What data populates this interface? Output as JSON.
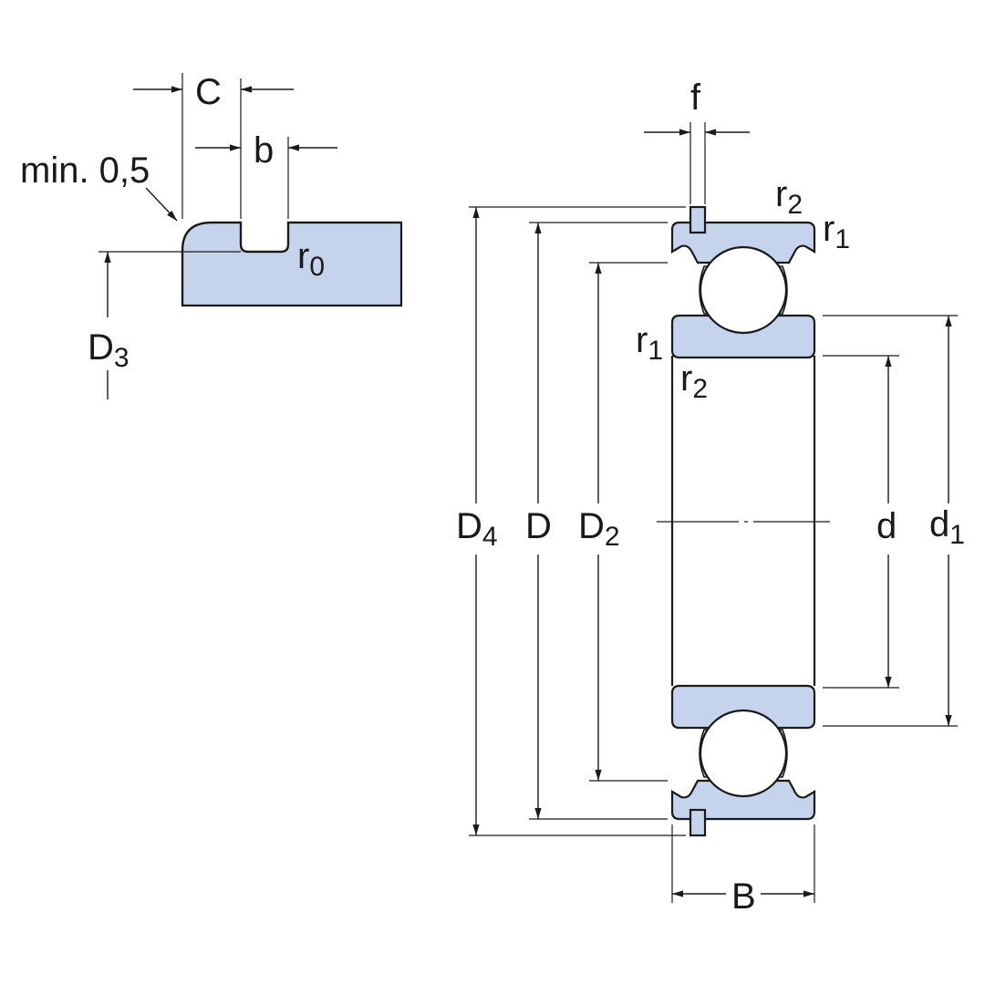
{
  "detail": {
    "label_c": "C",
    "label_b": "b",
    "label_min": "min. 0,5",
    "label_r0": "r",
    "label_r0_sub": "0",
    "label_d3": "D",
    "label_d3_sub": "3"
  },
  "bearing": {
    "label_f": "f",
    "label_r2_top": "r",
    "label_r2_top_sub": "2",
    "label_r1_top": "r",
    "label_r1_top_sub": "1",
    "label_r1_left": "r",
    "label_r1_left_sub": "1",
    "label_r2_left": "r",
    "label_r2_left_sub": "2",
    "label_d4": "D",
    "label_d4_sub": "4",
    "label_D": "D",
    "label_d2": "D",
    "label_d2_sub": "2",
    "label_d": "d",
    "label_d1": "d",
    "label_d1_sub": "1",
    "label_B": "B"
  },
  "colors": {
    "part_fill": "#c6d3ec",
    "line": "#1a1a1a"
  }
}
